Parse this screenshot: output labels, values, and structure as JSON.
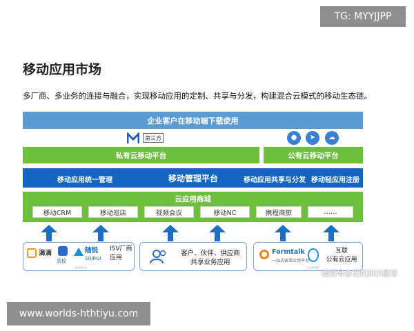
{
  "watermark_top": "TG: MYYJJPP",
  "title": "移动应用市场",
  "subtitle": "多厂商、多业务的连接与融合，实现移动应用的定制、共享与分发，构建混合云模式的移动生态链。",
  "top_bar": "企业客户在移动端下载使用",
  "third_party_tag": "第三方",
  "private_cloud": "私有云移动平台",
  "public_cloud": "公有云移动平台",
  "mgmt": {
    "left": "移动应用统一管理",
    "center": "移动管理平台",
    "right1": "移动应用共享与分发",
    "right2": "移动轻应用注册"
  },
  "store": {
    "title": "云应用商城",
    "apps": [
      "移动CRM",
      "移动巡店",
      "视频会议",
      "移动NC",
      "携程商旅",
      "……"
    ]
  },
  "bottom": {
    "left": {
      "didi": "滴滴",
      "gao": "高校",
      "suirui": "随锐",
      "suirui_en": "SUIRUI",
      "isv": "ISV厂商\n应用",
      "dots": "……"
    },
    "middle": "客户、伙伴、供应商\n共享业务应用",
    "right": {
      "formtalk": "Formtalk",
      "formtalk_sub": "一站式表单应用平台",
      "internet": "互联\n公有云应用",
      "dots": "……"
    }
  },
  "watermark_sohu": "搜狐号@无忧知识星球",
  "watermark_bottom": "www.worlds-hthtiyu.com"
}
